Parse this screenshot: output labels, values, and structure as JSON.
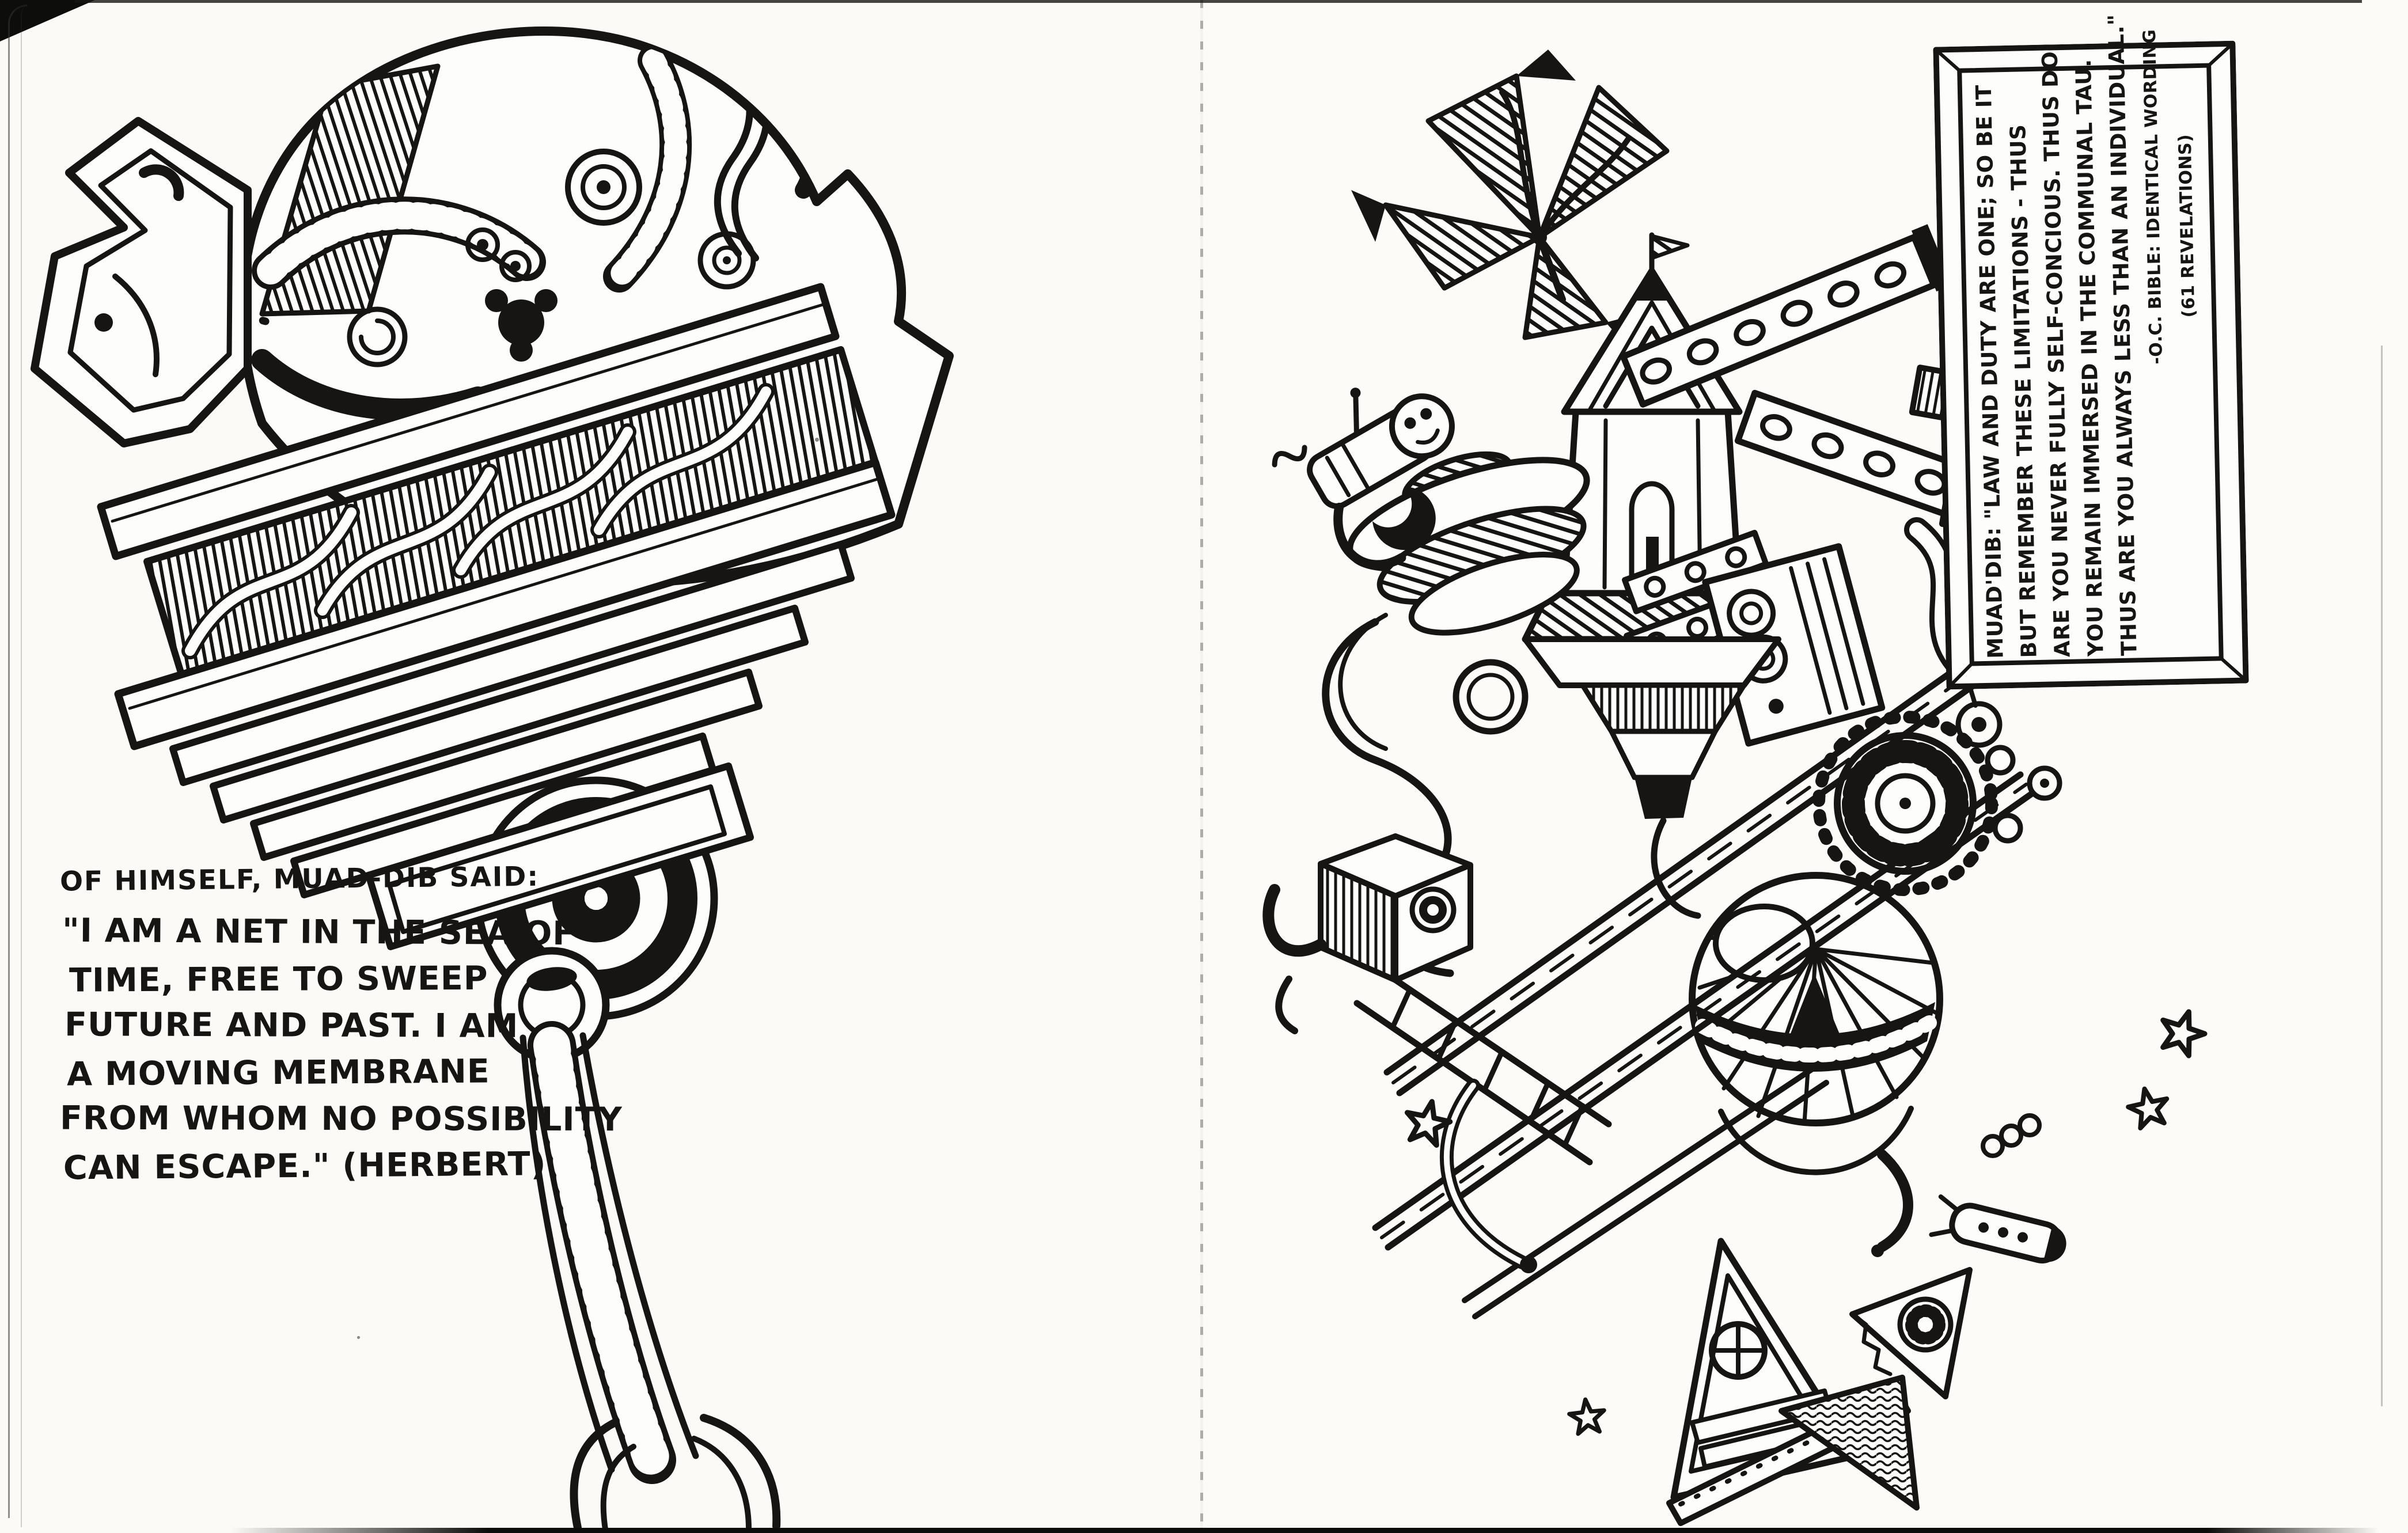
{
  "artwork": {
    "kind": "sketchbook-spread-scan",
    "ink_color": "#171513",
    "paper_color": "#fbfaf7"
  },
  "left_page": {
    "illustration": "mace-rattle-doodle",
    "caption": {
      "header": "OF HIMSELF, MUAD-DIB SAID:",
      "lines": [
        "\"I AM A NET IN THE SEA OF",
        "TIME, FREE TO SWEEP",
        "FUTURE AND PAST. I AM",
        "A MOVING MEMBRANE",
        "FROM WHOM NO POSSIBILITY",
        "CAN ESCAPE.\" (HERBERT)"
      ]
    }
  },
  "right_page": {
    "illustration": "machine-collage-doodle",
    "plaque": {
      "lines": [
        "MUAD'DIB: \"LAW AND DUTY ARE ONE; SO BE IT",
        "BUT REMEMBER THESE LIMITATIONS - THUS",
        "ARE YOU NEVER FULLY SELF-CONCIOUS. THUS DO",
        "YOU REMAIN IMMERSED IN THE COMMUNAL TAU.",
        "THUS ARE YOU ALWAYS LESS THAN AN INDIVIDUAL.\"",
        "-O.C. BIBLE: IDENTICAL WORDING",
        "(61 REVELATIONS)"
      ]
    }
  }
}
